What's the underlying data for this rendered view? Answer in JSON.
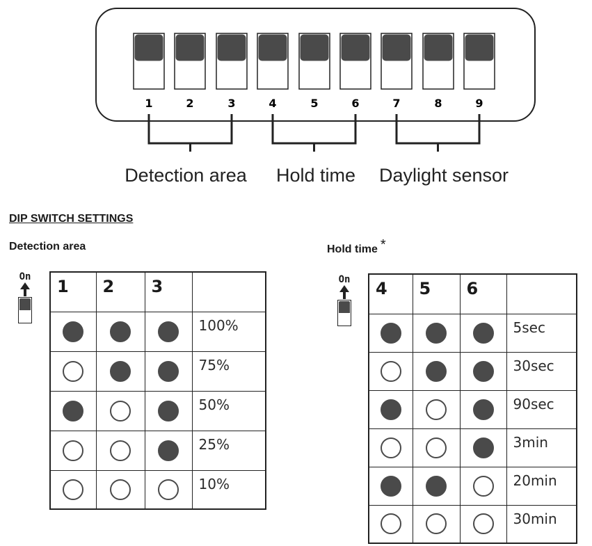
{
  "diagram": {
    "switch_numbers": [
      "1",
      "2",
      "3",
      "4",
      "5",
      "6",
      "7",
      "8",
      "9"
    ],
    "groups": [
      {
        "label": "Detection area",
        "switches": [
          "1",
          "2",
          "3"
        ]
      },
      {
        "label": "Hold time",
        "switches": [
          "4",
          "5",
          "6"
        ]
      },
      {
        "label": "Daylight sensor",
        "switches": [
          "7",
          "8",
          "9"
        ]
      }
    ]
  },
  "settings": {
    "heading": "DIP SWITCH SETTINGS",
    "legend_on_label": "On",
    "detection": {
      "title": "Detection area",
      "columns": [
        "1",
        "2",
        "3",
        ""
      ],
      "rows": [
        {
          "states": [
            "on",
            "on",
            "on"
          ],
          "value": "100%"
        },
        {
          "states": [
            "off",
            "on",
            "on"
          ],
          "value": "75%"
        },
        {
          "states": [
            "on",
            "off",
            "on"
          ],
          "value": "50%"
        },
        {
          "states": [
            "off",
            "off",
            "on"
          ],
          "value": "25%"
        },
        {
          "states": [
            "off",
            "off",
            "off"
          ],
          "value": "10%"
        }
      ]
    },
    "hold": {
      "title": "Hold time",
      "footnote_mark": "*",
      "columns": [
        "4",
        "5",
        "6",
        ""
      ],
      "rows": [
        {
          "states": [
            "on",
            "on",
            "on"
          ],
          "value": "5sec"
        },
        {
          "states": [
            "off",
            "on",
            "on"
          ],
          "value": "30sec"
        },
        {
          "states": [
            "on",
            "off",
            "on"
          ],
          "value": "90sec"
        },
        {
          "states": [
            "off",
            "off",
            "on"
          ],
          "value": "3min"
        },
        {
          "states": [
            "on",
            "on",
            "off"
          ],
          "value": "20min"
        },
        {
          "states": [
            "off",
            "off",
            "off"
          ],
          "value": "30min"
        }
      ]
    }
  },
  "colors": {
    "ink": "#222222",
    "dot_fill": "#4a4a4a",
    "switch_knob": "#4a4a4a"
  }
}
